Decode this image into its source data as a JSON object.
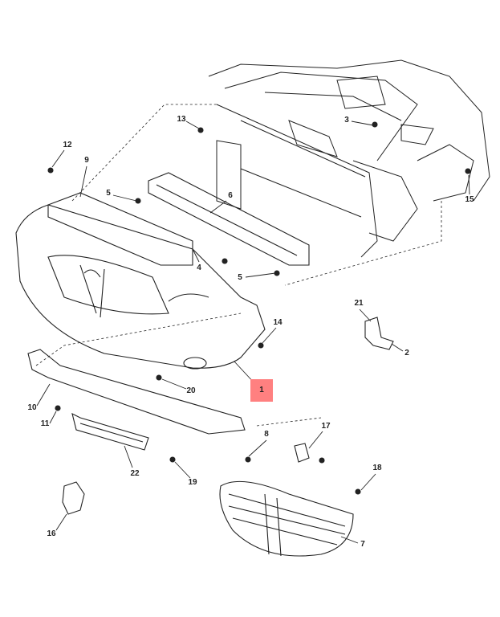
{
  "diagram": {
    "type": "exploded parts diagram",
    "highlight_color": "#ff8080",
    "highlighted_callout": "1",
    "callouts": [
      "1",
      "2",
      "3",
      "4",
      "5",
      "5",
      "6",
      "7",
      "8",
      "9",
      "10",
      "11",
      "12",
      "13",
      "14",
      "15",
      "16",
      "17",
      "18",
      "19",
      "20",
      "21",
      "22"
    ]
  }
}
